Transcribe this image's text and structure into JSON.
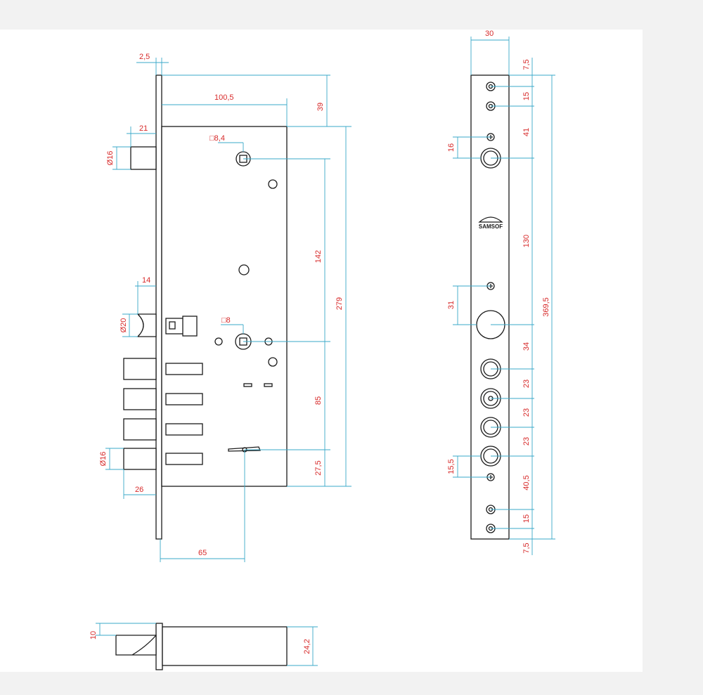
{
  "dimensions": {
    "faceplate_thickness": "2,5",
    "body_depth": "100,5",
    "top_offset": "39",
    "latch_projection": "21",
    "latch_diameter": "Ø16",
    "spindle_square_top": "□8,4",
    "distance_142": "142",
    "overall_279": "279",
    "deadbolt_projection": "14",
    "deadbolt_diameter": "Ø20",
    "spindle_square_mid": "□8",
    "distance_85": "85",
    "distance_27_5": "27,5",
    "bolt_diameter": "Ø16",
    "bolt_projection": "26",
    "backset": "65",
    "plate_width": "30",
    "plate_7_5_top": "7,5",
    "plate_15_top": "15",
    "plate_41": "41",
    "plate_16": "16",
    "plate_130": "130",
    "plate_total": "369,5",
    "plate_31": "31",
    "plate_34": "34",
    "plate_23_a": "23",
    "plate_23_b": "23",
    "plate_23_c": "23",
    "plate_15_5": "15,5",
    "plate_40_5": "40,5",
    "plate_15_bottom": "15",
    "plate_7_5_bottom": "7,5",
    "bottom_10": "10",
    "bottom_24_2": "24,2"
  },
  "logo_text": "SAMSOF",
  "colors": {
    "dimension_line": "#39a9c9",
    "dimension_text": "#d72a2a",
    "outline": "#1a1a1a"
  }
}
